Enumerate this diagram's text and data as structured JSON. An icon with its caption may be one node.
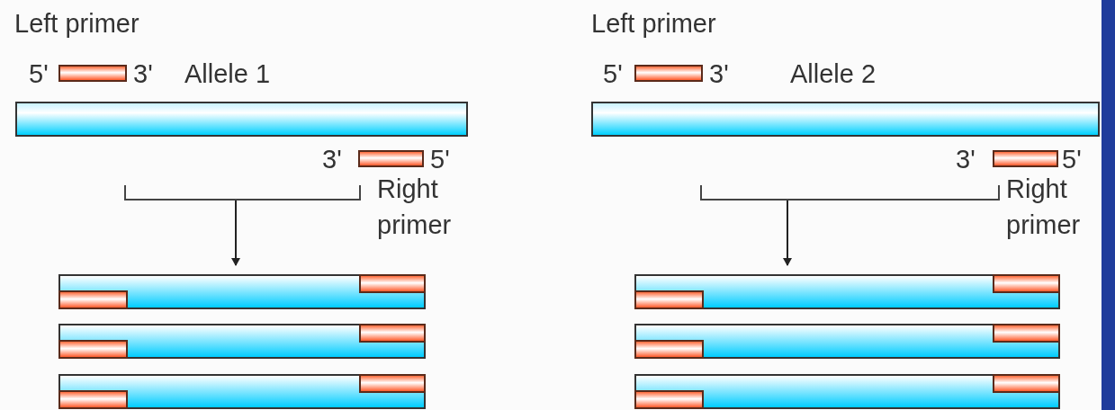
{
  "diagram": {
    "nodes": [
      {
        "text": [],
        "shape": "bar",
        "beside": [
          "5'",
          "3'"
        ]
      },
      {
        "text": [],
        "shape": "bar"
      },
      {
        "text": [],
        "shape": "bar",
        "beside": [
          "3'",
          "5'"
        ]
      },
      {
        "text": [],
        "shape": "bracket"
      },
      {
        "text": [],
        "shape": "bar"
      },
      {
        "text": [],
        "shape": "bar"
      },
      {
        "text": [],
        "shape": "bar"
      },
      {
        "text": [],
        "shape": "bar",
        "beside": [
          "5'",
          "3'"
        ]
      },
      {
        "text": [],
        "shape": "bar"
      },
      {
        "text": [],
        "shape": "bar",
        "beside": [
          "3'",
          "5'"
        ]
      },
      {
        "text": [],
        "shape": "bracket"
      },
      {
        "text": [],
        "shape": "bar"
      },
      {
        "text": [],
        "shape": "bar"
      },
      {
        "text": [],
        "shape": "bar"
      }
    ],
    "edges": [
      {
        "from": 3,
        "to": 4,
        "arrow": "to"
      },
      {
        "from": 10,
        "to": 11,
        "arrow": "to"
      }
    ],
    "labels": [
      "Left primer",
      "Allele 1",
      "Right primer",
      "Left primer",
      "Allele 2",
      "Right primer"
    ]
  }
}
